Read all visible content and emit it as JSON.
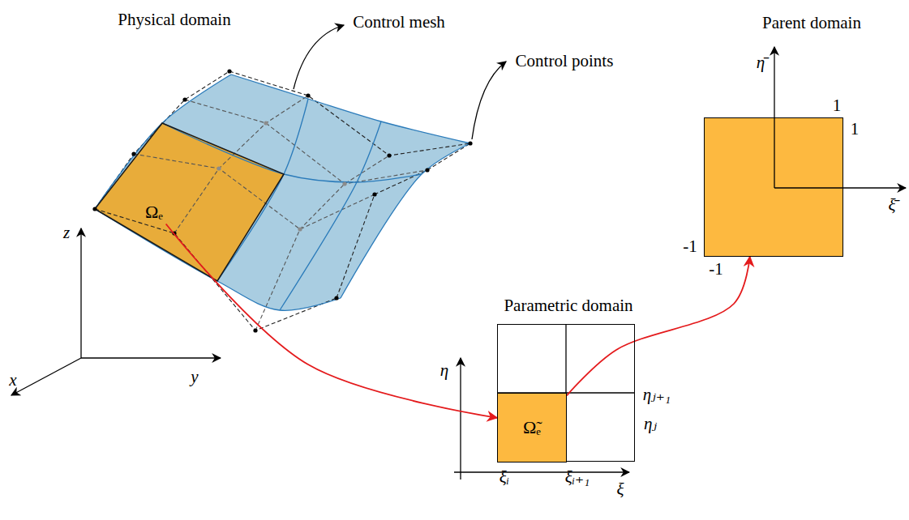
{
  "diagram": {
    "nodes": [
      {
        "text": [
          "Ωₑ"
        ]
      },
      {
        "text": [
          "Parametric domain"
        ]
      },
      {
        "text": [
          "Ω̃ₑ"
        ],
        "in": 1
      },
      {
        "text": [
          "Parent domain"
        ]
      }
    ],
    "edges": [
      {
        "from": 0,
        "to": 2,
        "arrow": "to"
      },
      {
        "from": 2,
        "to": 3,
        "arrow": "to"
      }
    ],
    "labels": [
      "Physical domain",
      "Control mesh",
      "Control points",
      "z",
      "y",
      "x",
      "η",
      "ξ",
      "ξᵢ",
      "ξᵢ₊₁",
      "ηⱼ",
      "ηⱼ₊₁",
      "η̄",
      "ξ̄",
      "1",
      "1",
      "-1",
      "-1"
    ]
  }
}
